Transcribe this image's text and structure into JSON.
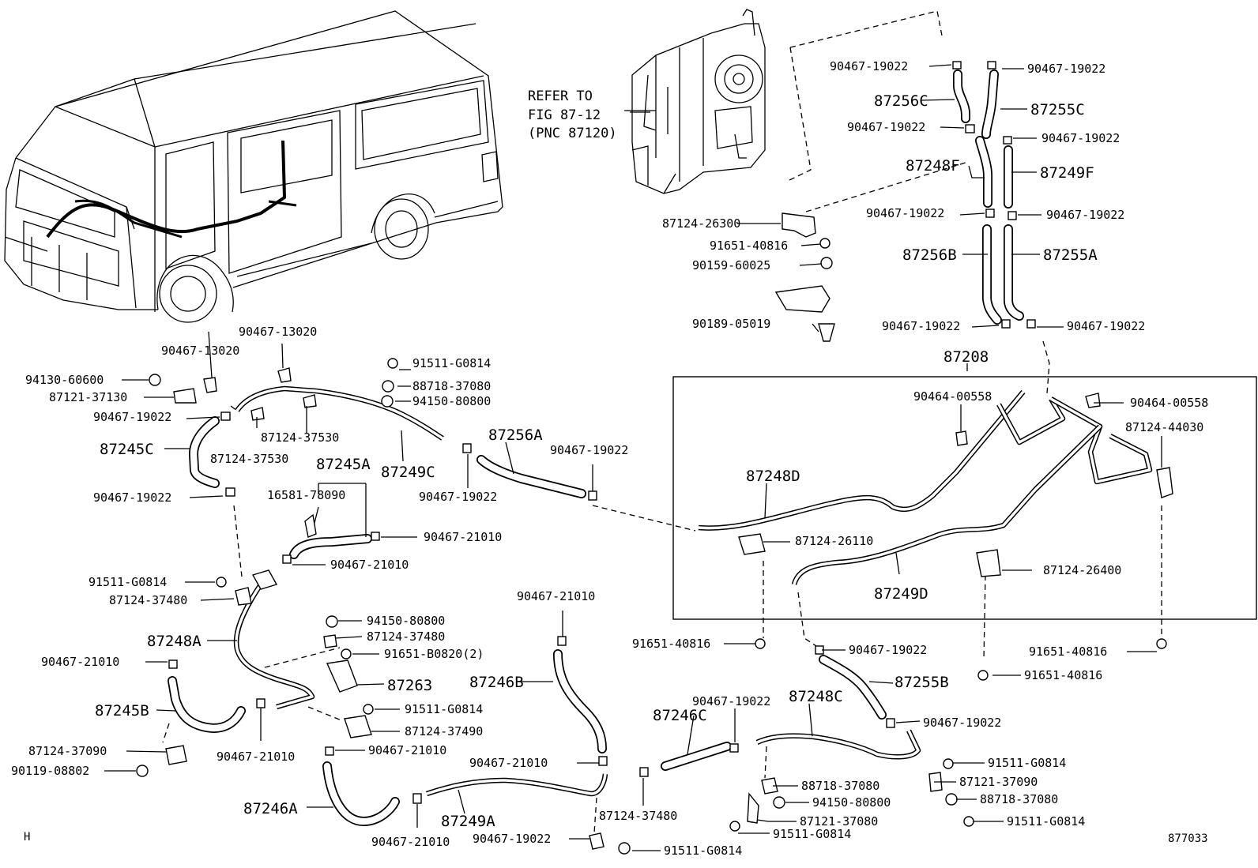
{
  "diagram": {
    "corner_code": "H",
    "figure_number": "877033",
    "reference_note": {
      "line1": "REFER TO",
      "line2": "FIG 87-12",
      "line3": "(PNC 87120)"
    },
    "pnc_labels": {
      "p87256C": "87256C",
      "p87255C": "87255C",
      "p87248F": "87248F",
      "p87249F": "87249F",
      "p87256B": "87256B",
      "p87255A": "87255A",
      "p87208": "87208",
      "p87245C": "87245C",
      "p87249C": "87249C",
      "p87256A": "87256A",
      "p87245A": "87245A",
      "p87248D": "87248D",
      "p87249D": "87249D",
      "p87248A": "87248A",
      "p87263": "87263",
      "p87246B": "87246B",
      "p87255B": "87255B",
      "p87245B": "87245B",
      "p87246C": "87246C",
      "p87248C": "87248C",
      "p87246A": "87246A",
      "p87249A": "87249A"
    },
    "part_labels": {
      "a01": "90467-19022",
      "a02": "90467-19022",
      "a03": "90467-19022",
      "a04": "90467-19022",
      "a05": "90467-19022",
      "a06": "90467-19022",
      "a07": "90467-19022",
      "a08": "90467-19022",
      "b01": "87124-26300",
      "b02": "91651-40816",
      "b03": "90159-60025",
      "b04": "90189-05019",
      "c01": "90467-13020",
      "c02": "90467-13020",
      "c03": "94130-60600",
      "c04": "87121-37130",
      "c05": "90467-19022",
      "c06": "87124-37530",
      "c07": "87124-37530",
      "c08": "91511-G0814",
      "c09": "88718-37080",
      "c10": "94150-80800",
      "c11": "90467-19022",
      "c12": "90467-19022",
      "c13": "90467-19022",
      "c14": "16581-78090",
      "c15": "90467-21010",
      "c16": "90467-21010",
      "d01": "90464-00558",
      "d02": "90464-00558",
      "d03": "87124-44030",
      "d04": "87124-26110",
      "d05": "87124-26400",
      "e01": "91511-G0814",
      "e02": "87124-37480",
      "e03": "94150-80800",
      "e04": "87124-37480",
      "e05": "91651-B0820(2)",
      "e06": "90467-21010",
      "e07": "91511-G0814",
      "e08": "87124-37490",
      "e09": "90467-21010",
      "e10": "87124-37090",
      "e11": "90119-08802",
      "e12": "90467-21010",
      "f01": "90467-21010",
      "f02": "90467-21010",
      "f03": "90467-21010",
      "f04": "90467-19022",
      "f05": "87124-37480",
      "f06": "91511-G0814",
      "g01": "91651-40816",
      "g02": "90467-19022",
      "g03": "91651-40816",
      "g04": "91651-40816",
      "g05": "90467-19022",
      "g06": "90467-19022",
      "h01": "88718-37080",
      "h02": "94150-80800",
      "h03": "87121-37080",
      "h04": "91511-G0814",
      "h05": "91511-G0814",
      "h06": "87121-37090",
      "h07": "88718-37080",
      "h08": "91511-G0814"
    }
  }
}
